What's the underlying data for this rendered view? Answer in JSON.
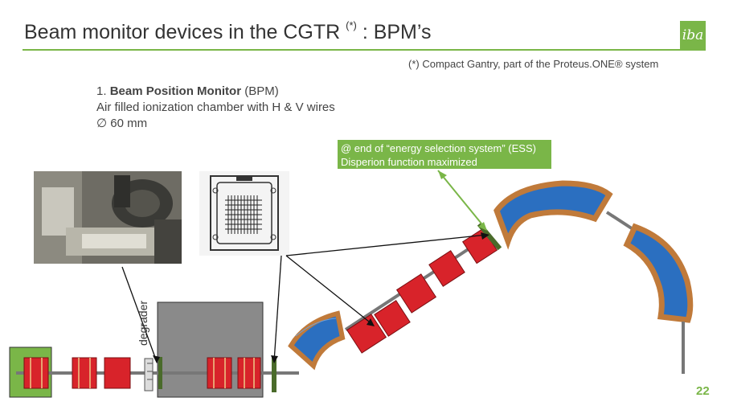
{
  "slide": {
    "title_main": "Beam monitor devices in the CGTR ",
    "title_sup": "(*)",
    "title_tail": " : BPM’s",
    "logo_text": "iba",
    "footnote": "(*) Compact Gantry, part of the Proteus.ONE® system",
    "bpm_number": "1. ",
    "bpm_title": "Beam Position Monitor",
    "bpm_abbrev": " (BPM)",
    "bpm_line2": "Air filled ionization chamber with H & V wires",
    "bpm_line3": "∅ 60 mm",
    "ess_line1": "@ end of “energy selection system” (ESS)",
    "ess_line2": "Disperion function maximized",
    "degrader_label": "degrader",
    "page_number": "22"
  },
  "colors": {
    "accent_green": "#7ab648",
    "quad_red": "#d8232a",
    "dipole_blue": "#2b6fc0",
    "dipole_frame": "#c07a3a",
    "shield_gray": "#8a8a8a",
    "bpm_green": "#4a6b2a"
  }
}
